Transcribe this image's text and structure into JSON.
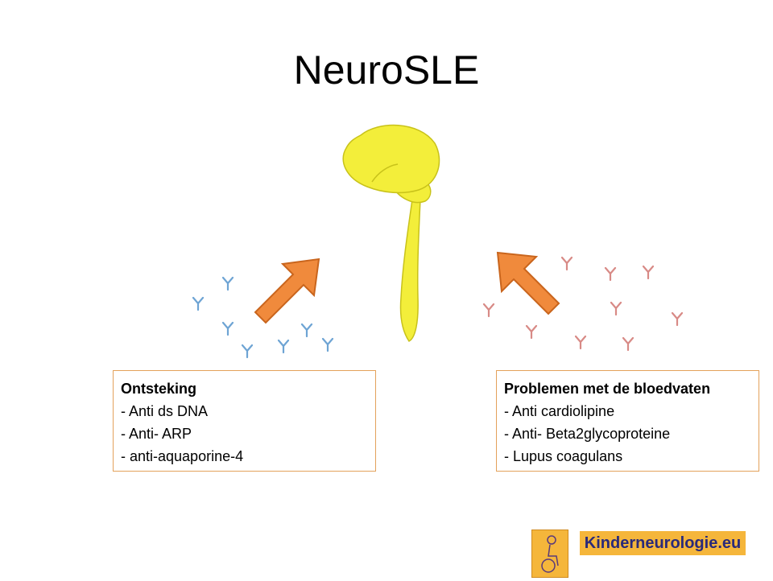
{
  "title": "NeuroSLE",
  "left_box": {
    "heading": "Ontsteking",
    "items": [
      "- Anti ds DNA",
      "- Anti- ARP",
      "- anti-aquaporine-4"
    ]
  },
  "right_box": {
    "heading": "Problemen met de bloedvaten",
    "items": [
      "- Anti cardiolipine",
      "- Anti- Beta2glycoproteine",
      "- Lupus coagulans"
    ]
  },
  "logo": {
    "text": "Kinderneurologie.eu"
  },
  "colors": {
    "brain": "#f3ee3a",
    "arrow": "#f08a3c",
    "blue_antibody": "#6ea4d4",
    "red_antibody": "#d88a86",
    "box_border": "#e3a15b",
    "logo_bg": "#f5b63b"
  },
  "icons": [
    "brain-illustration",
    "antibody-icon",
    "arrow-icon",
    "wheelchair-logo-icon"
  ]
}
